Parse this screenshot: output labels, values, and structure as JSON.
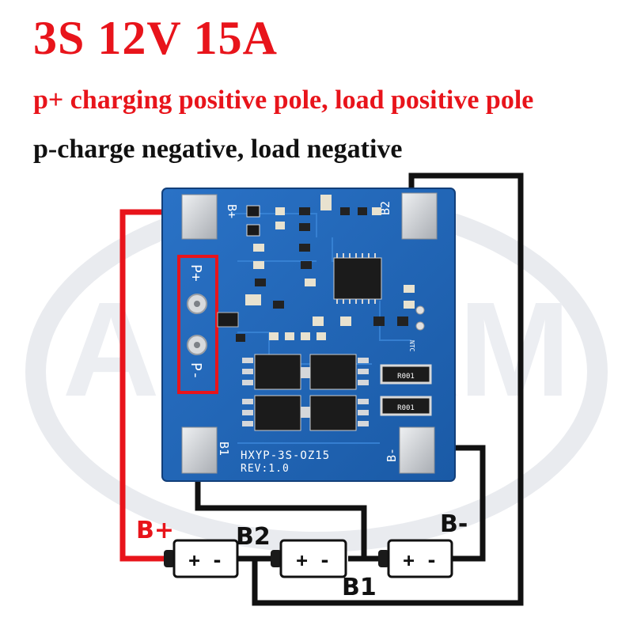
{
  "header": {
    "title": "3S 12V 15A",
    "line_positive": "p+ charging positive pole, load positive pole",
    "line_negative": "p-charge negative, load negative"
  },
  "board": {
    "pad_b_plus": "B+",
    "pad_b2": "B2",
    "pad_b1": "B1",
    "pad_b_minus": "B-",
    "terminal_p_plus": "P+",
    "terminal_p_minus": "P-",
    "silk_model": "HXYP-3S-OZ15",
    "silk_rev": "REV:1.0",
    "shunt_label": "R001",
    "ntc_label": "NTC"
  },
  "wiring": {
    "label_b_plus": "B+",
    "label_b2": "B2",
    "label_b1": "B1",
    "label_b_minus": "B-",
    "cell_polarity": "+ -"
  },
  "watermark": {
    "text": "AITEXM"
  },
  "colors": {
    "title_red": "#e8141b",
    "pcb_blue": "#1f63b5",
    "wire_red": "#e8141b",
    "wire_black": "#111111",
    "pad_silver": "#cfd2d6"
  }
}
